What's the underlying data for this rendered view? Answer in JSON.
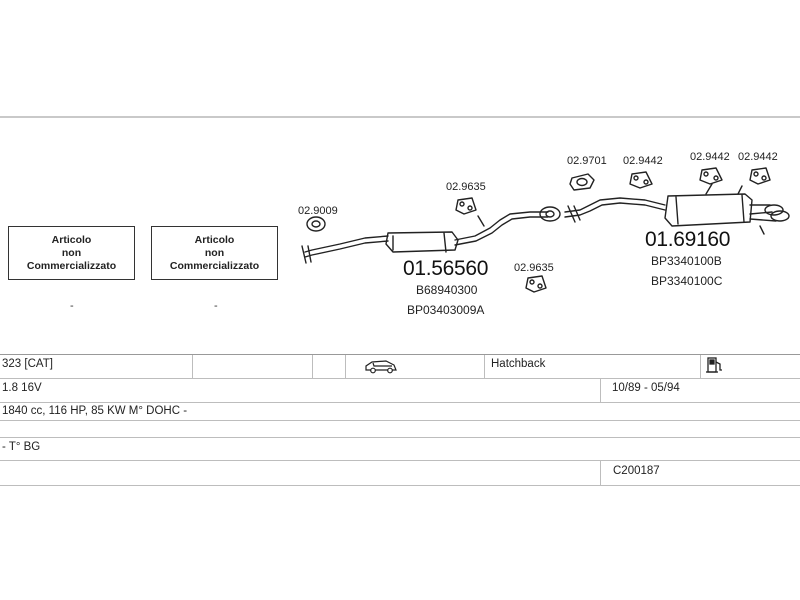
{
  "not_sold_boxes": [
    {
      "lines": [
        "Articolo",
        "non",
        "Commercializzato"
      ],
      "dash": "-"
    },
    {
      "lines": [
        "Articolo",
        "non",
        "Commercializzato"
      ],
      "dash": "-"
    }
  ],
  "parts": {
    "p1": "02.9009",
    "p2": "02.9635",
    "p3": "02.9635",
    "p4": "02.9701",
    "p5": "02.9442",
    "p6": "02.9442",
    "p7": "02.9442"
  },
  "assemblies": {
    "center": {
      "number": "01.56560",
      "refs": [
        "B68940300",
        "BP03403009A"
      ]
    },
    "rear": {
      "number": "01.69160",
      "refs": [
        "BP3340100B",
        "BP3340100C"
      ]
    }
  },
  "table": {
    "model": "323  [CAT]",
    "body_type": "Hatchback",
    "engine": "1.8 16V",
    "years": "10/89 - 05/94",
    "specs": "1840 cc, 116 HP, 85 KW M° DOHC -",
    "note": "- T° BG",
    "code": "C200187"
  }
}
